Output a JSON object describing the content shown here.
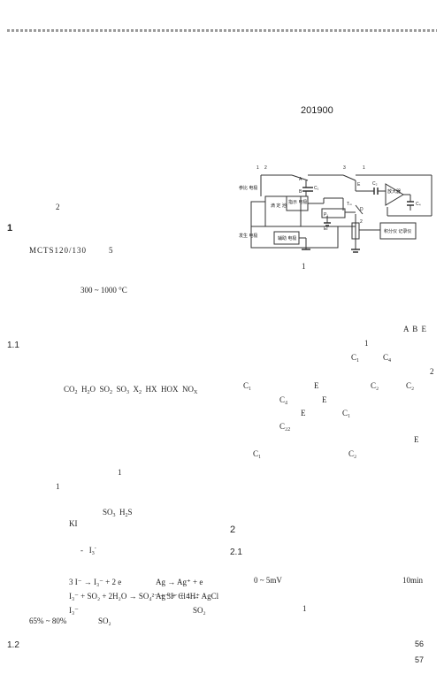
{
  "left": {
    "n2": "2",
    "sec1": "1",
    "model": "MCTS120/130",
    "n5": "5",
    "temp": "300 ~ 1000 °C",
    "sec11": "1.1",
    "gases": [
      "CO",
      "H",
      "O",
      "SO",
      "SO",
      "X",
      "HX",
      "HOX",
      "NO"
    ],
    "one_a": "1",
    "one_b": "1",
    "so3": "SO",
    "h2s": "H",
    "s_letter": "S",
    "ki": "KI",
    "dash": "-",
    "i3": "I",
    "eq1_left": "3 I⁻ → I₃⁻ + 2 e",
    "eq1_right": "Ag → Ag⁺ + e",
    "eq2_left": "I₃⁻ + SO₂ + 2H₂O → SO₄²⁻ + 3I⁻ + 4H⁺",
    "eq2_right": "Ag⁺ + Cl⁻ → AgCl",
    "i3b": "I₃⁻",
    "so2_note": "SO₂",
    "pct": "65% ~ 80%",
    "so2b": "SO₂",
    "sec12": "1.2"
  },
  "right": {
    "year": "201900",
    "fig_num": "1",
    "abe": "A  B  E",
    "one": "1",
    "c1": "C",
    "c4": "C",
    "two": "2",
    "l4": [
      "C₁",
      "E",
      "C₂",
      "C₂"
    ],
    "l5": [
      "C₄",
      "E"
    ],
    "l6": [
      "E",
      "C₁"
    ],
    "l7": "C₂",
    "l8": "E",
    "l9": [
      "C₁",
      "C₂"
    ],
    "sec2": "2",
    "sec21": "2.1",
    "range": "0 ~ 5mV",
    "minutes": "10min",
    "one_b": "1",
    "page56": "56",
    "page57": "57"
  },
  "diagram": {
    "n1": "1",
    "n2": "2",
    "n3": "3",
    "n1b": "1",
    "a": "A",
    "b": "B",
    "c1": "C₁",
    "e": "E",
    "c2": "C₂",
    "c4": "C₄",
    "d": "D",
    "tm": "Tₘ",
    "p1": "P₁",
    "n2b": "2",
    "amp": "放大器",
    "label_ref": "参比\n电极",
    "label_ind": "指示\n电极",
    "label_mid": "滴\n定\n池",
    "label_gen": "发生\n电极",
    "label_aux": "辅助\n电极",
    "label_rec": "积分仪\n记录仪",
    "eg": "El"
  }
}
